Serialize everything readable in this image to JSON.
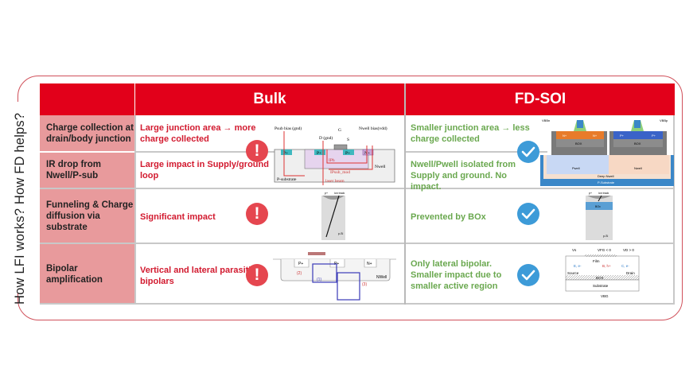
{
  "side_label": "How LFI works? How FD helps?",
  "columns": {
    "bulk": "Bulk",
    "fdsoi": "FD-SOI"
  },
  "colors": {
    "header_red": "#e2001a",
    "row_label_pink": "#e89a9c",
    "bulk_text": "#d21a2f",
    "fdsoi_text": "#6aa84f",
    "warn_icon": "#e5464f",
    "check_icon": "#3d9bd8",
    "frame": "#d0505a"
  },
  "rows": [
    {
      "label": "Charge collection at drain/body junction",
      "bulk": "Large junction area → more charge collected",
      "fdsoi": "Smaller junction area → less charge collected"
    },
    {
      "label": "IR drop from Nwell/P-sub",
      "bulk": "Large impact in Supply/ground loop",
      "fdsoi": "Nwell/Pwell isolated from Supply and ground. No impact."
    },
    {
      "label": "Funneling & Charge diffusion via substrate",
      "bulk": "Significant impact",
      "fdsoi": "Prevented by BOx"
    },
    {
      "label": "Bipolar amplification",
      "bulk": "Vertical and lateral parasitic bipolars",
      "fdsoi": "Only lateral bipolar. Smaller impact due to smaller active region"
    }
  ],
  "icons": {
    "bulk": "exclamation-icon",
    "fdsoi": "checkmark-icon",
    "warn_glyph": "!"
  },
  "diagrams": {
    "bulk_junction": {
      "labels": [
        "Psub bias (gnd)",
        "D (gnd)",
        "G",
        "S",
        "Nwell bias(vdd)",
        "P+",
        "P+",
        "P+",
        "N+",
        "IPh",
        "IPsub_mod",
        "Nwell",
        "P-substrate",
        "laser beam"
      ]
    },
    "bulk_funneling": {
      "labels": [
        "p+",
        "ion track",
        "p-Si"
      ]
    },
    "bulk_bipolar": {
      "labels": [
        "P+",
        "P+",
        "N+",
        "(2)",
        "(1)",
        "(3)",
        "NWell"
      ]
    },
    "fdsoi_junction": {
      "labels": [
        "VBBn",
        "VBBp",
        "N+",
        "N+",
        "P+",
        "P+",
        "BOX",
        "BOX",
        "Pwell",
        "Nwell",
        "Deep Nwell",
        "P-Substrate"
      ]
    },
    "fdsoi_funneling": {
      "labels": [
        "p+",
        "ion track",
        "BOx",
        "p-Si"
      ]
    },
    "fdsoi_bipolar": {
      "labels": [
        "Vs",
        "VFG < 0",
        "VD > 0",
        "Film",
        "E, e-",
        "B, h+",
        "C, e-",
        "Source",
        "Drain",
        "BOX",
        "Substrate",
        "VBG"
      ]
    }
  }
}
